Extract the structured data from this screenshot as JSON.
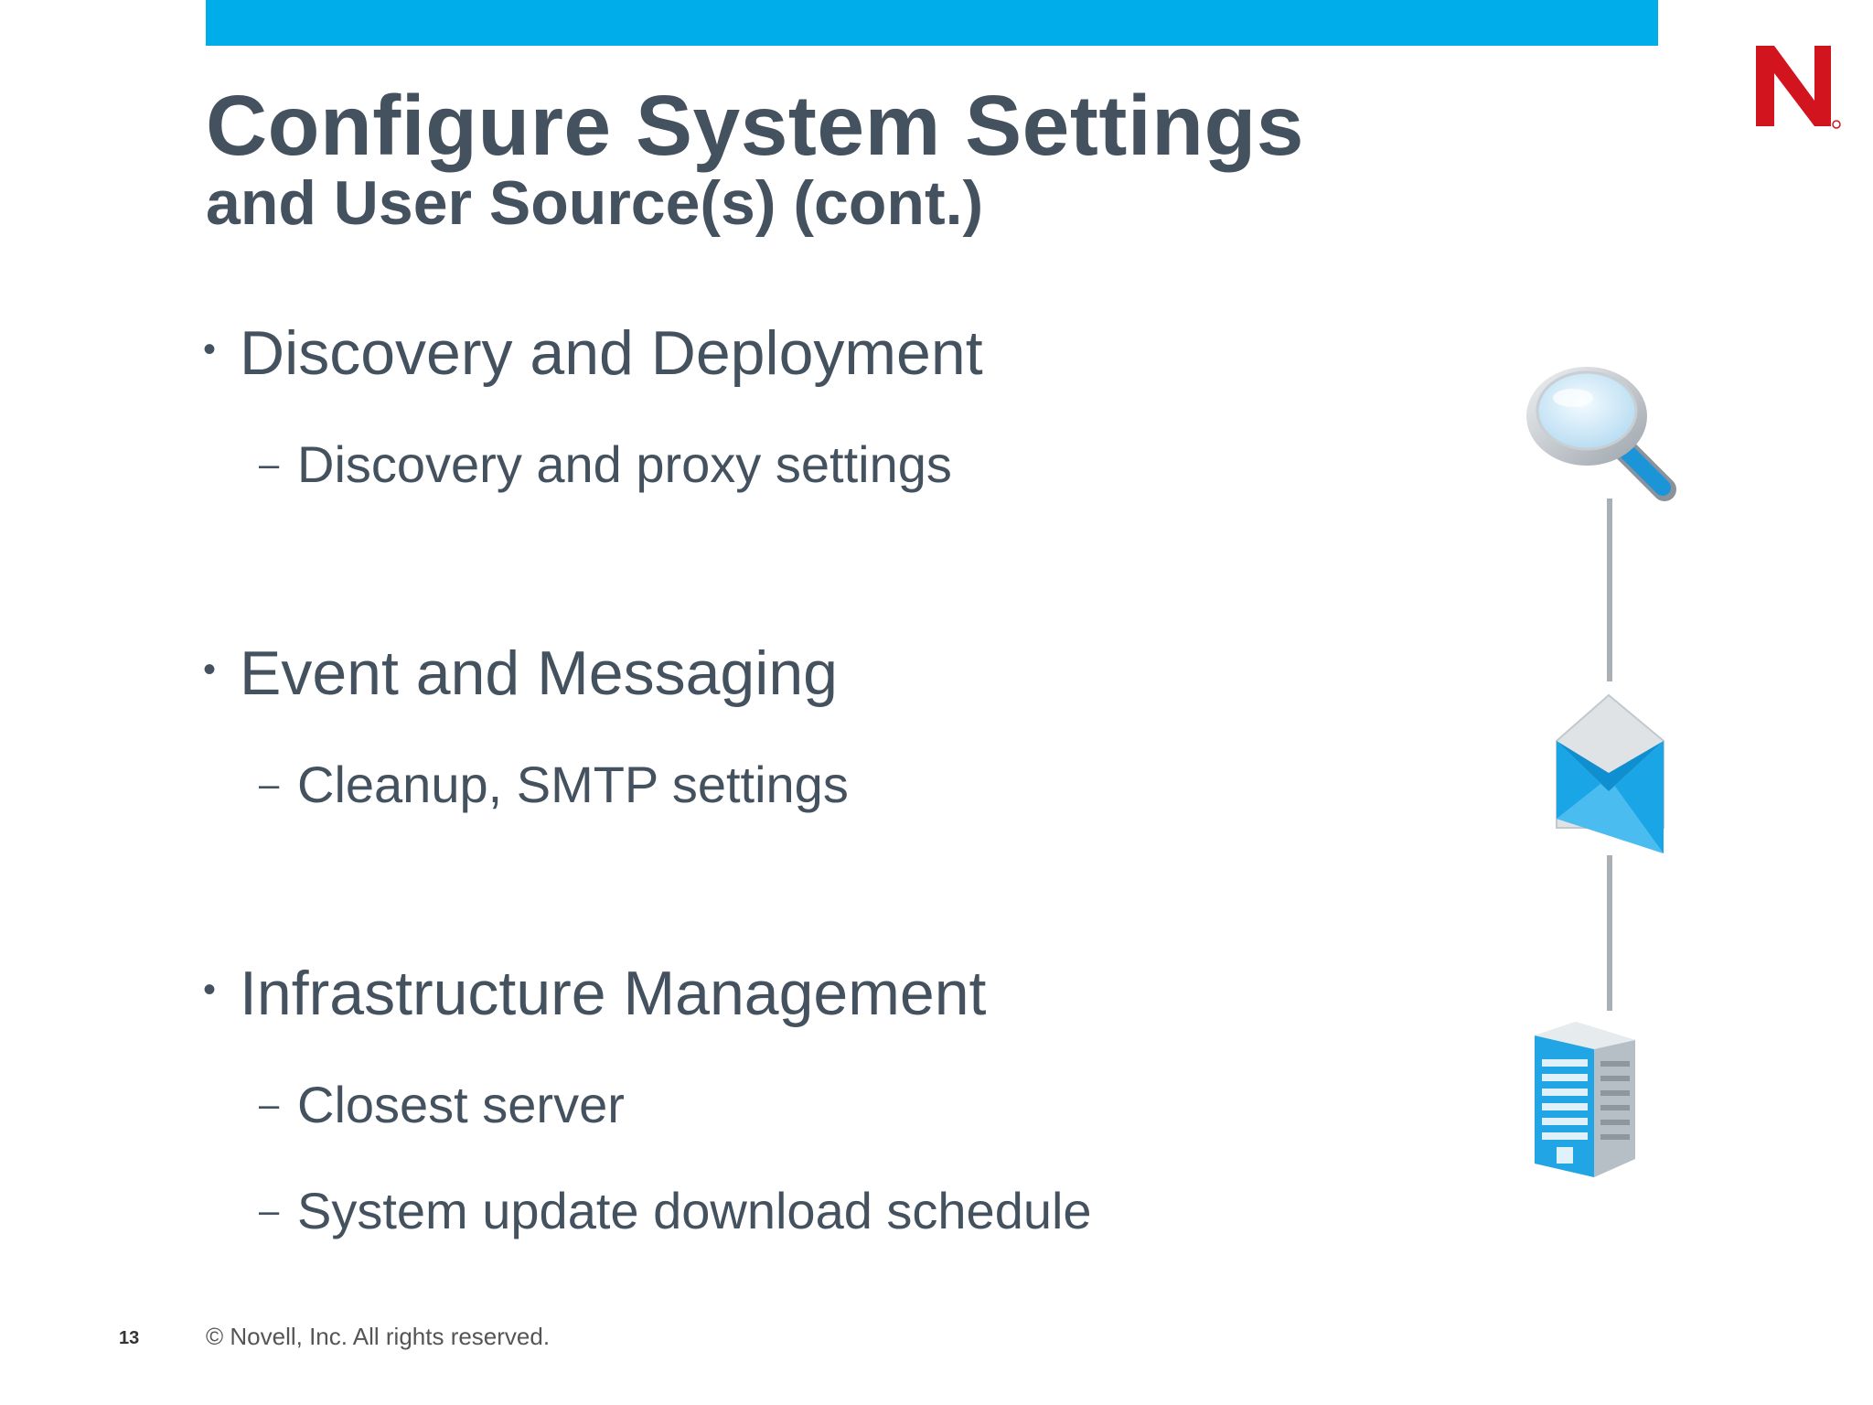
{
  "slide": {
    "title": "Configure System Settings",
    "subtitle": "and User Source(s) (cont.)",
    "sections": [
      {
        "heading": "Discovery and Deployment",
        "items": [
          "Discovery and proxy settings"
        ]
      },
      {
        "heading": "Event and Messaging",
        "items": [
          "Cleanup, SMTP settings"
        ]
      },
      {
        "heading": "Infrastructure Management",
        "items": [
          "Closest server",
          "System update download schedule"
        ]
      }
    ],
    "icons": [
      "magnifier-icon",
      "envelope-icon",
      "building-icon"
    ]
  },
  "footer": {
    "page_number": "13",
    "copyright": "© Novell, Inc.  All rights reserved."
  },
  "colors": {
    "accent_bar": "#00adeb",
    "logo_red": "#d2141f",
    "text": "#44515e"
  }
}
